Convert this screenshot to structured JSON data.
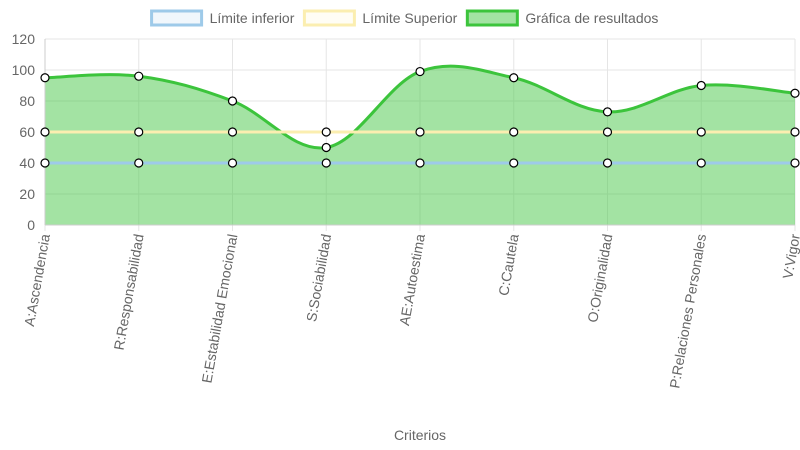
{
  "chart_data": {
    "type": "line",
    "categories": [
      "A:Ascendencia",
      "R:Responsabilidad",
      "E:Estabilidad Emocional",
      "S:Sociabilidad",
      "AE:Autoestima",
      "C:Cautela",
      "O:Originalidad",
      "P:Relaciones Personales",
      "V:Vigor"
    ],
    "series": [
      {
        "name": "Límite inferior",
        "values": [
          40,
          40,
          40,
          40,
          40,
          40,
          40,
          40,
          40
        ],
        "stroke": "#9ecae9",
        "fill": "rgba(158, 202, 233, 0.2)",
        "filled": false
      },
      {
        "name": "Límite Superior",
        "values": [
          60,
          60,
          60,
          60,
          60,
          60,
          60,
          60,
          60
        ],
        "stroke": "#fbeeb0",
        "fill": "rgba(253, 244, 200, 0.3)",
        "filled": false
      },
      {
        "name": "Gráfica de resultados",
        "values": [
          95,
          96,
          80,
          50,
          99,
          95,
          73,
          90,
          85
        ],
        "stroke": "#3cc43c",
        "fill": "rgba(72, 200, 72, 0.5)",
        "filled": true
      }
    ],
    "xlabel": "Criterios",
    "ylabel": "",
    "ylim": [
      0,
      120
    ],
    "yticks": [
      0,
      20,
      40,
      60,
      80,
      100,
      120
    ],
    "grid": true,
    "legend_position": "top",
    "point_color": "#ffffff",
    "point_border": "#000000",
    "grid_color": "#e5e5e5"
  }
}
